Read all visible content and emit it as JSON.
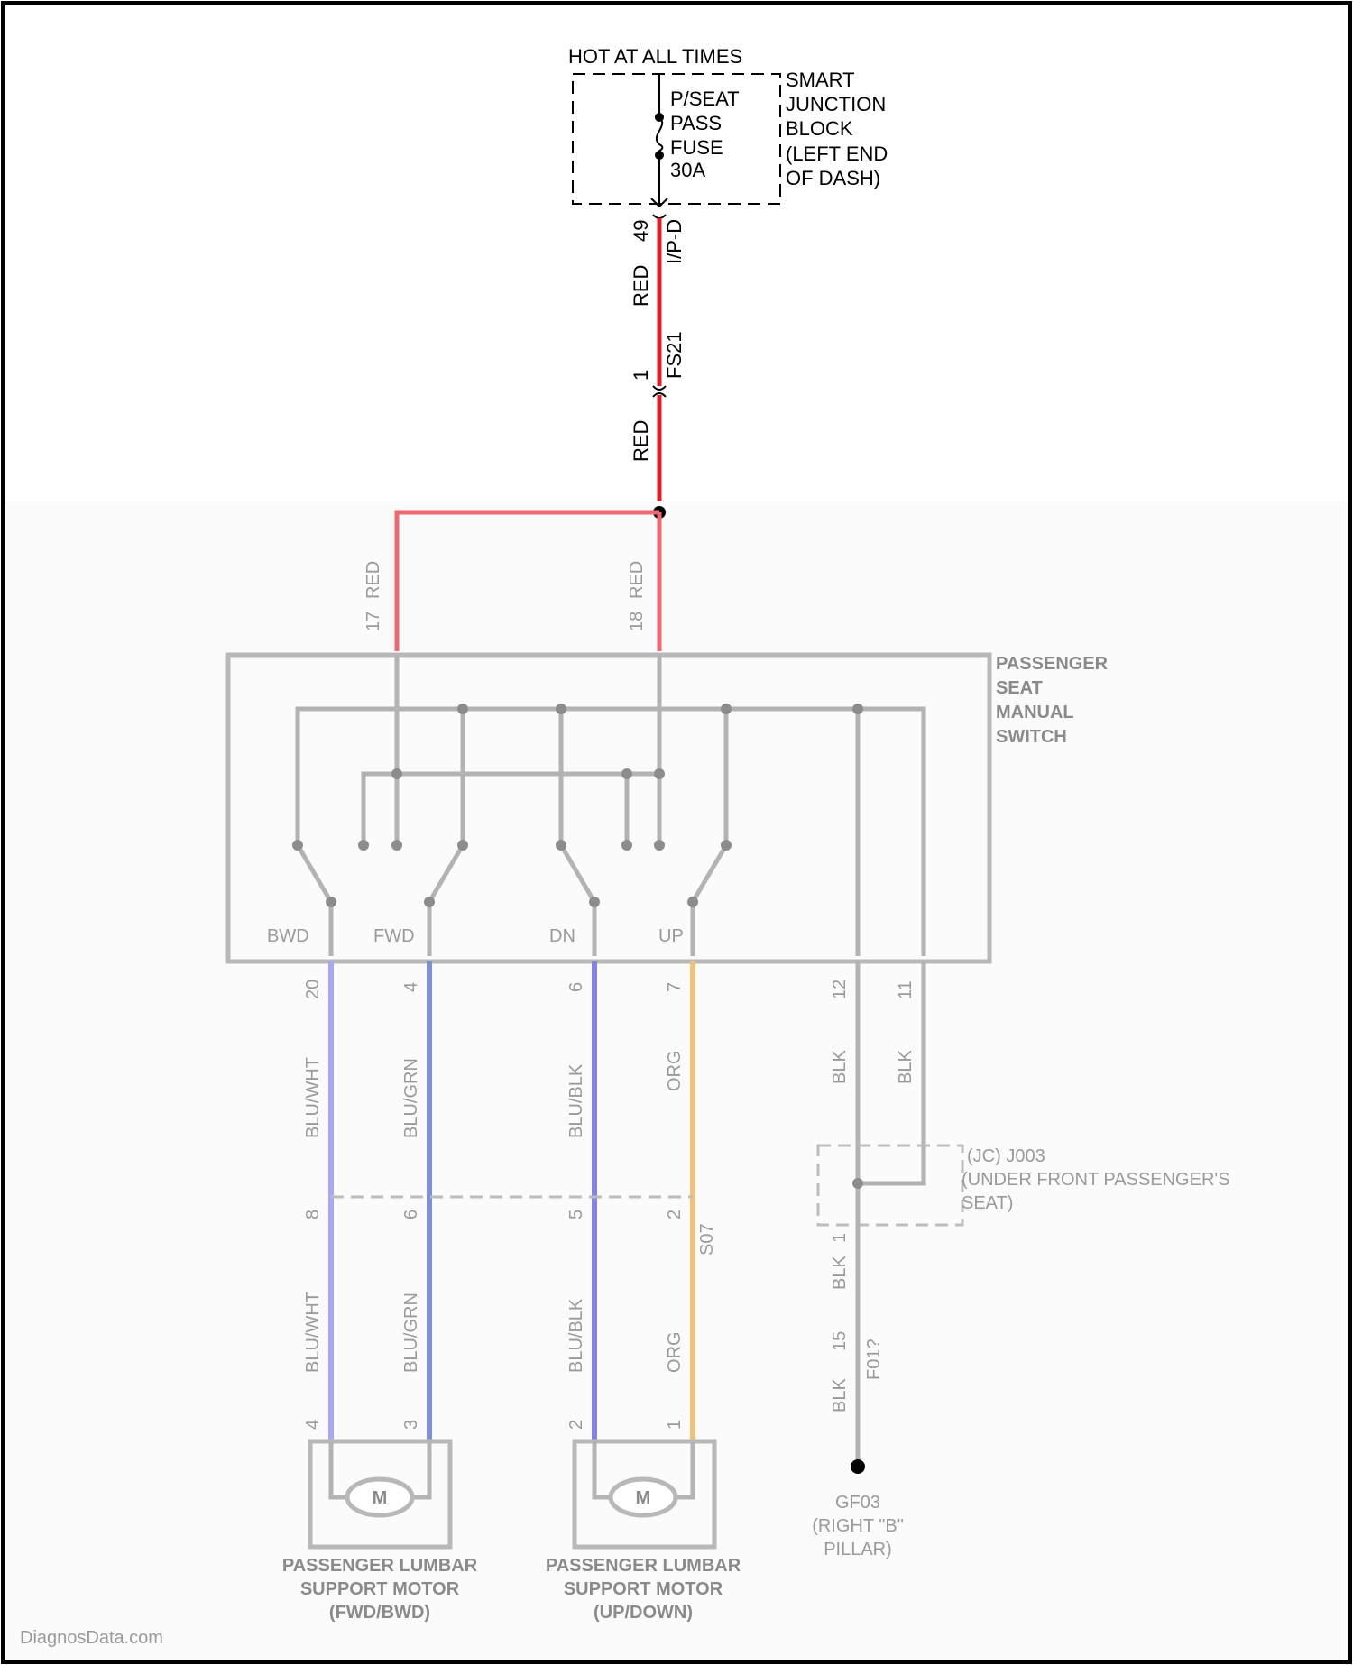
{
  "power_source": {
    "header": "HOT AT ALL TIMES",
    "fuse_label": [
      "P/SEAT",
      "PASS",
      "FUSE",
      "30A"
    ],
    "block_label": [
      "SMART",
      "JUNCTION",
      "BLOCK",
      "(LEFT END",
      "OF DASH)"
    ]
  },
  "feed_wire": {
    "connector_1_pin": "49",
    "connector_1_name": "I/P-D",
    "color_1": "RED",
    "connector_2_pin": "1",
    "connector_2_name": "FS21",
    "color_2": "RED",
    "wire_color": "#dd1f2a"
  },
  "switch": {
    "input_pins": [
      {
        "pin": "17",
        "color": "RED"
      },
      {
        "pin": "18",
        "color": "RED"
      }
    ],
    "name": [
      "PASSENGER",
      "SEAT",
      "MANUAL",
      "SWITCH"
    ],
    "positions": [
      "BWD",
      "FWD",
      "DN",
      "UP"
    ],
    "output_pins": [
      "20",
      "4",
      "6",
      "7",
      "12",
      "11"
    ]
  },
  "circuits": [
    {
      "id": "bwd",
      "color": "BLU/WHT",
      "pin_top": "8",
      "pin_motor": "4",
      "hex": "#a9a9f2"
    },
    {
      "id": "fwd",
      "color": "BLU/GRN",
      "pin_top": "6",
      "pin_motor": "3",
      "hex": "#7d8fd6"
    },
    {
      "id": "dn",
      "color": "BLU/BLK",
      "pin_top": "5",
      "pin_motor": "2",
      "hex": "#8384e0"
    },
    {
      "id": "up",
      "color": "ORG",
      "pin_top": "2",
      "pin_motor": "1",
      "hex": "#f4c07a"
    }
  ],
  "seat_connector": {
    "name": "S07"
  },
  "ground": {
    "wire_colors": [
      "BLK",
      "BLK"
    ],
    "joint_label": [
      "(JC) J003",
      "(UNDER FRONT PASSENGER'S",
      "SEAT)"
    ],
    "lower_color": "BLK",
    "lower_pin": "1",
    "lower_color_2": "BLK",
    "lower_pin_2": "15",
    "lower_connector": "F01?",
    "ground_label": [
      "GF03",
      "(RIGHT \"B\"",
      "PILLAR)"
    ]
  },
  "motors": [
    {
      "symbol": "M",
      "label": [
        "PASSENGER LUMBAR",
        "SUPPORT MOTOR",
        "(FWD/BWD)"
      ]
    },
    {
      "symbol": "M",
      "label": [
        "PASSENGER LUMBAR",
        "SUPPORT MOTOR",
        "(UP/DOWN)"
      ]
    }
  ],
  "watermark": "DiagnosData.com"
}
